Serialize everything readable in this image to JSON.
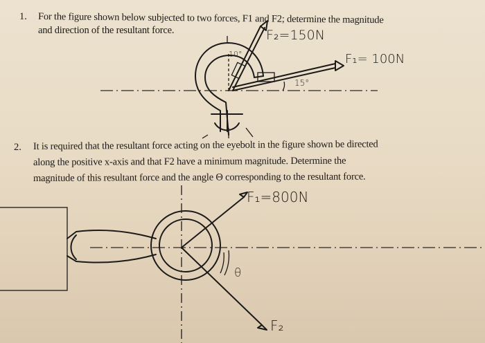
{
  "problem1": {
    "number": "1.",
    "lines": [
      "For the figure shown below subjected to two forces, F1 and F2; determine the magnitude",
      "and direction of the resultant force."
    ],
    "figure": {
      "f2_label": "F₂=150N",
      "f1_label": "F₁= 100N",
      "angle_f2": "10°",
      "angle_f1": "15°"
    }
  },
  "problem2": {
    "number": "2.",
    "lines": [
      "It is required that the resultant force acting on the eyebolt in the figure shown be directed",
      "along the positive x-axis and that F2 have a minimum magnitude. Determine the",
      "magnitude of this resultant force and the angle Θ corresponding to the resultant force."
    ],
    "figure": {
      "f1_label": "F₁=800N",
      "angle_label": "θ",
      "f2_label": "F₂"
    }
  }
}
